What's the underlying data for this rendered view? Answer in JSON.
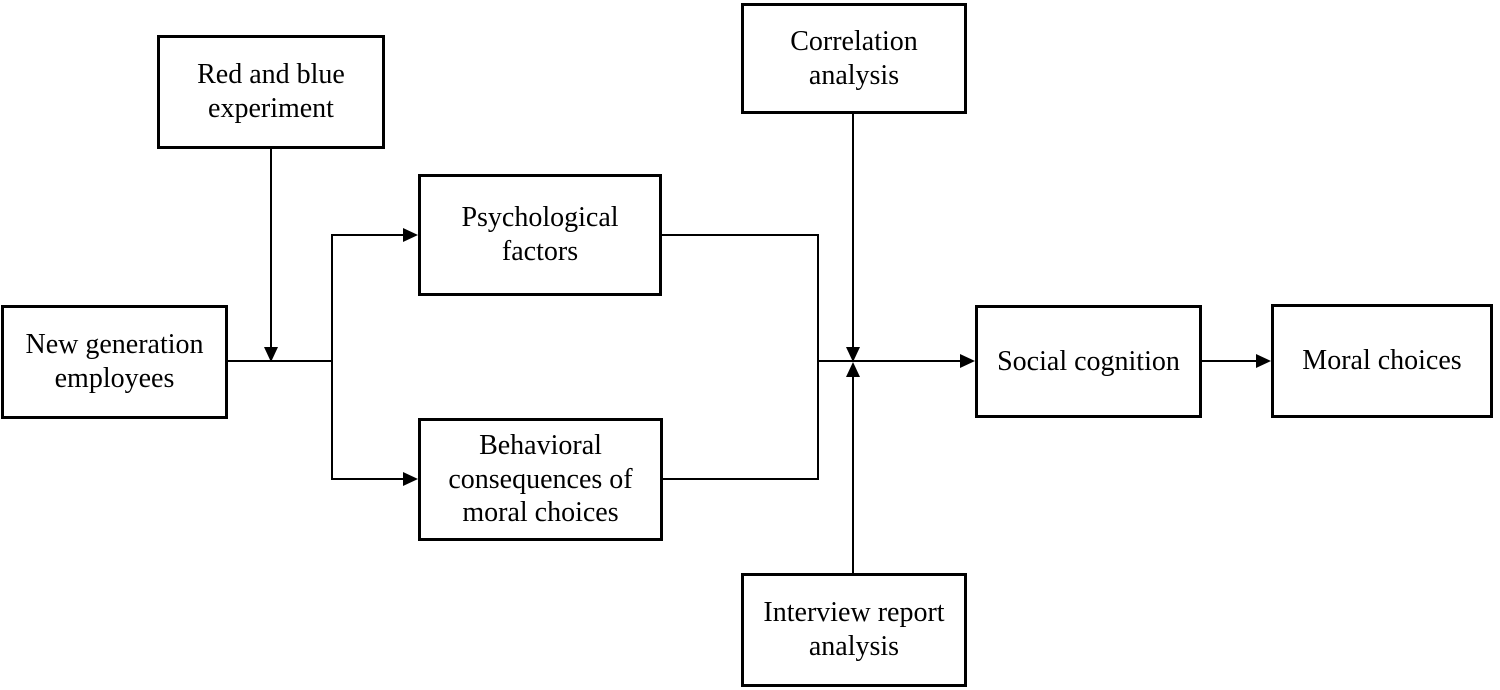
{
  "diagram": {
    "type": "flowchart",
    "colors": {
      "background": "#ffffff",
      "box_fill": "#ffffff",
      "box_border": "#000000",
      "line": "#000000",
      "text": "#000000"
    },
    "nodes": {
      "red_blue": {
        "label": "Red and blue\nexperiment"
      },
      "new_gen": {
        "label": "New generation\nemployees"
      },
      "psych": {
        "label": "Psychological\nfactors"
      },
      "behav": {
        "label": "Behavioral\nconsequences of\nmoral choices"
      },
      "corr": {
        "label": "Correlation\nanalysis"
      },
      "interview": {
        "label": "Interview report\nanalysis"
      },
      "social": {
        "label": "Social cognition"
      },
      "moral": {
        "label": "Moral choices"
      }
    },
    "edges": [
      {
        "from": "red_blue",
        "to": "new_gen-branch junction",
        "style": "arrow-down"
      },
      {
        "from": "new_gen",
        "to": "psych",
        "style": "arrow-right"
      },
      {
        "from": "new_gen",
        "to": "behav",
        "style": "arrow-right"
      },
      {
        "from": "psych",
        "to": "social",
        "style": "merge-then-arrow-right"
      },
      {
        "from": "behav",
        "to": "social",
        "style": "merge-then-arrow-right"
      },
      {
        "from": "corr",
        "to": "merge junction",
        "style": "arrow-down"
      },
      {
        "from": "interview",
        "to": "merge junction",
        "style": "arrow-up"
      },
      {
        "from": "social",
        "to": "moral",
        "style": "arrow-right"
      }
    ]
  }
}
